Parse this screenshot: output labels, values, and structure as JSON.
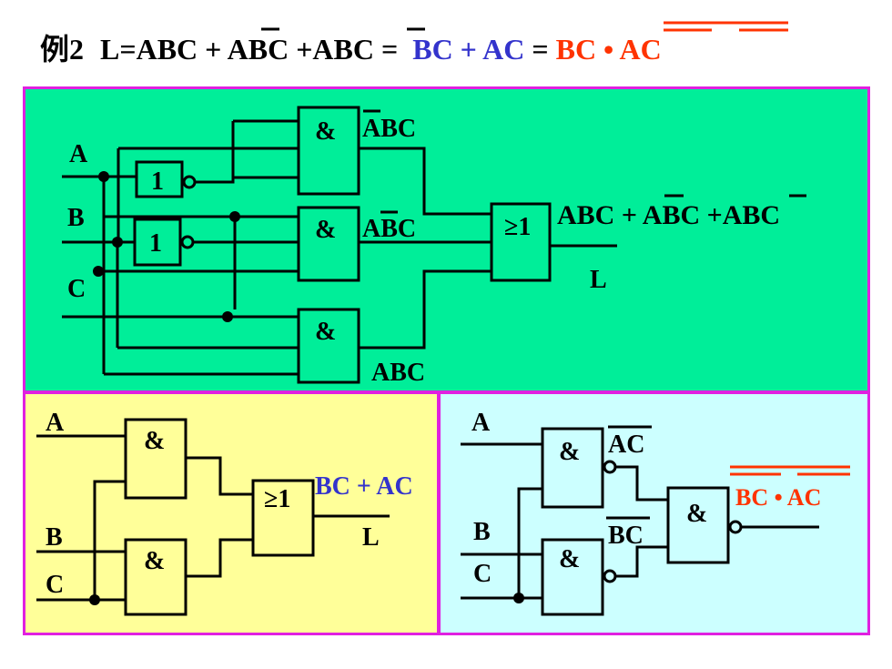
{
  "title": {
    "prefix": "例2",
    "lhs": "L=ABC + ",
    "t2_bar": "A",
    "t2_rest": "BC +A",
    "t3_bar": "B",
    "t3_rest": "C",
    "eq1": " = ",
    "simplified": "BC + AC",
    "eq2": " = ",
    "nand_t1": "BC",
    "nand_dot": " • ",
    "nand_t2": "AC"
  },
  "colors": {
    "panel_main_bg": "#00ee99",
    "panel_yellow_bg": "#ffff99",
    "panel_cyan_bg": "#ccffff",
    "border": "#e020e0",
    "blue": "#3333cc",
    "red": "#ff3300"
  },
  "main": {
    "inputs": {
      "a": "A",
      "b": "B",
      "c": "C"
    },
    "gate_and": "&",
    "gate_not": "1",
    "gate_or": "≥1",
    "term1": {
      "bar": "A",
      "rest": "BC"
    },
    "term2": {
      "pre": "A",
      "bar": "B",
      "post": "C"
    },
    "term3": "ABC",
    "output_expr": {
      "p1": "ABC + ",
      "bar1": "A",
      "p2": "BC +A",
      "bar2": "B",
      "p3": "C"
    },
    "output": "L"
  },
  "yellow": {
    "inputs": {
      "a": "A",
      "b": "B",
      "c": "C"
    },
    "gate_and": "&",
    "gate_or": "≥1",
    "expr": "BC + AC",
    "output": "L"
  },
  "cyan": {
    "inputs": {
      "a": "A",
      "b": "B",
      "c": "C"
    },
    "gate_and": "&",
    "term_ac": "AC",
    "term_bc": "BC",
    "expr": "BC • AC"
  }
}
